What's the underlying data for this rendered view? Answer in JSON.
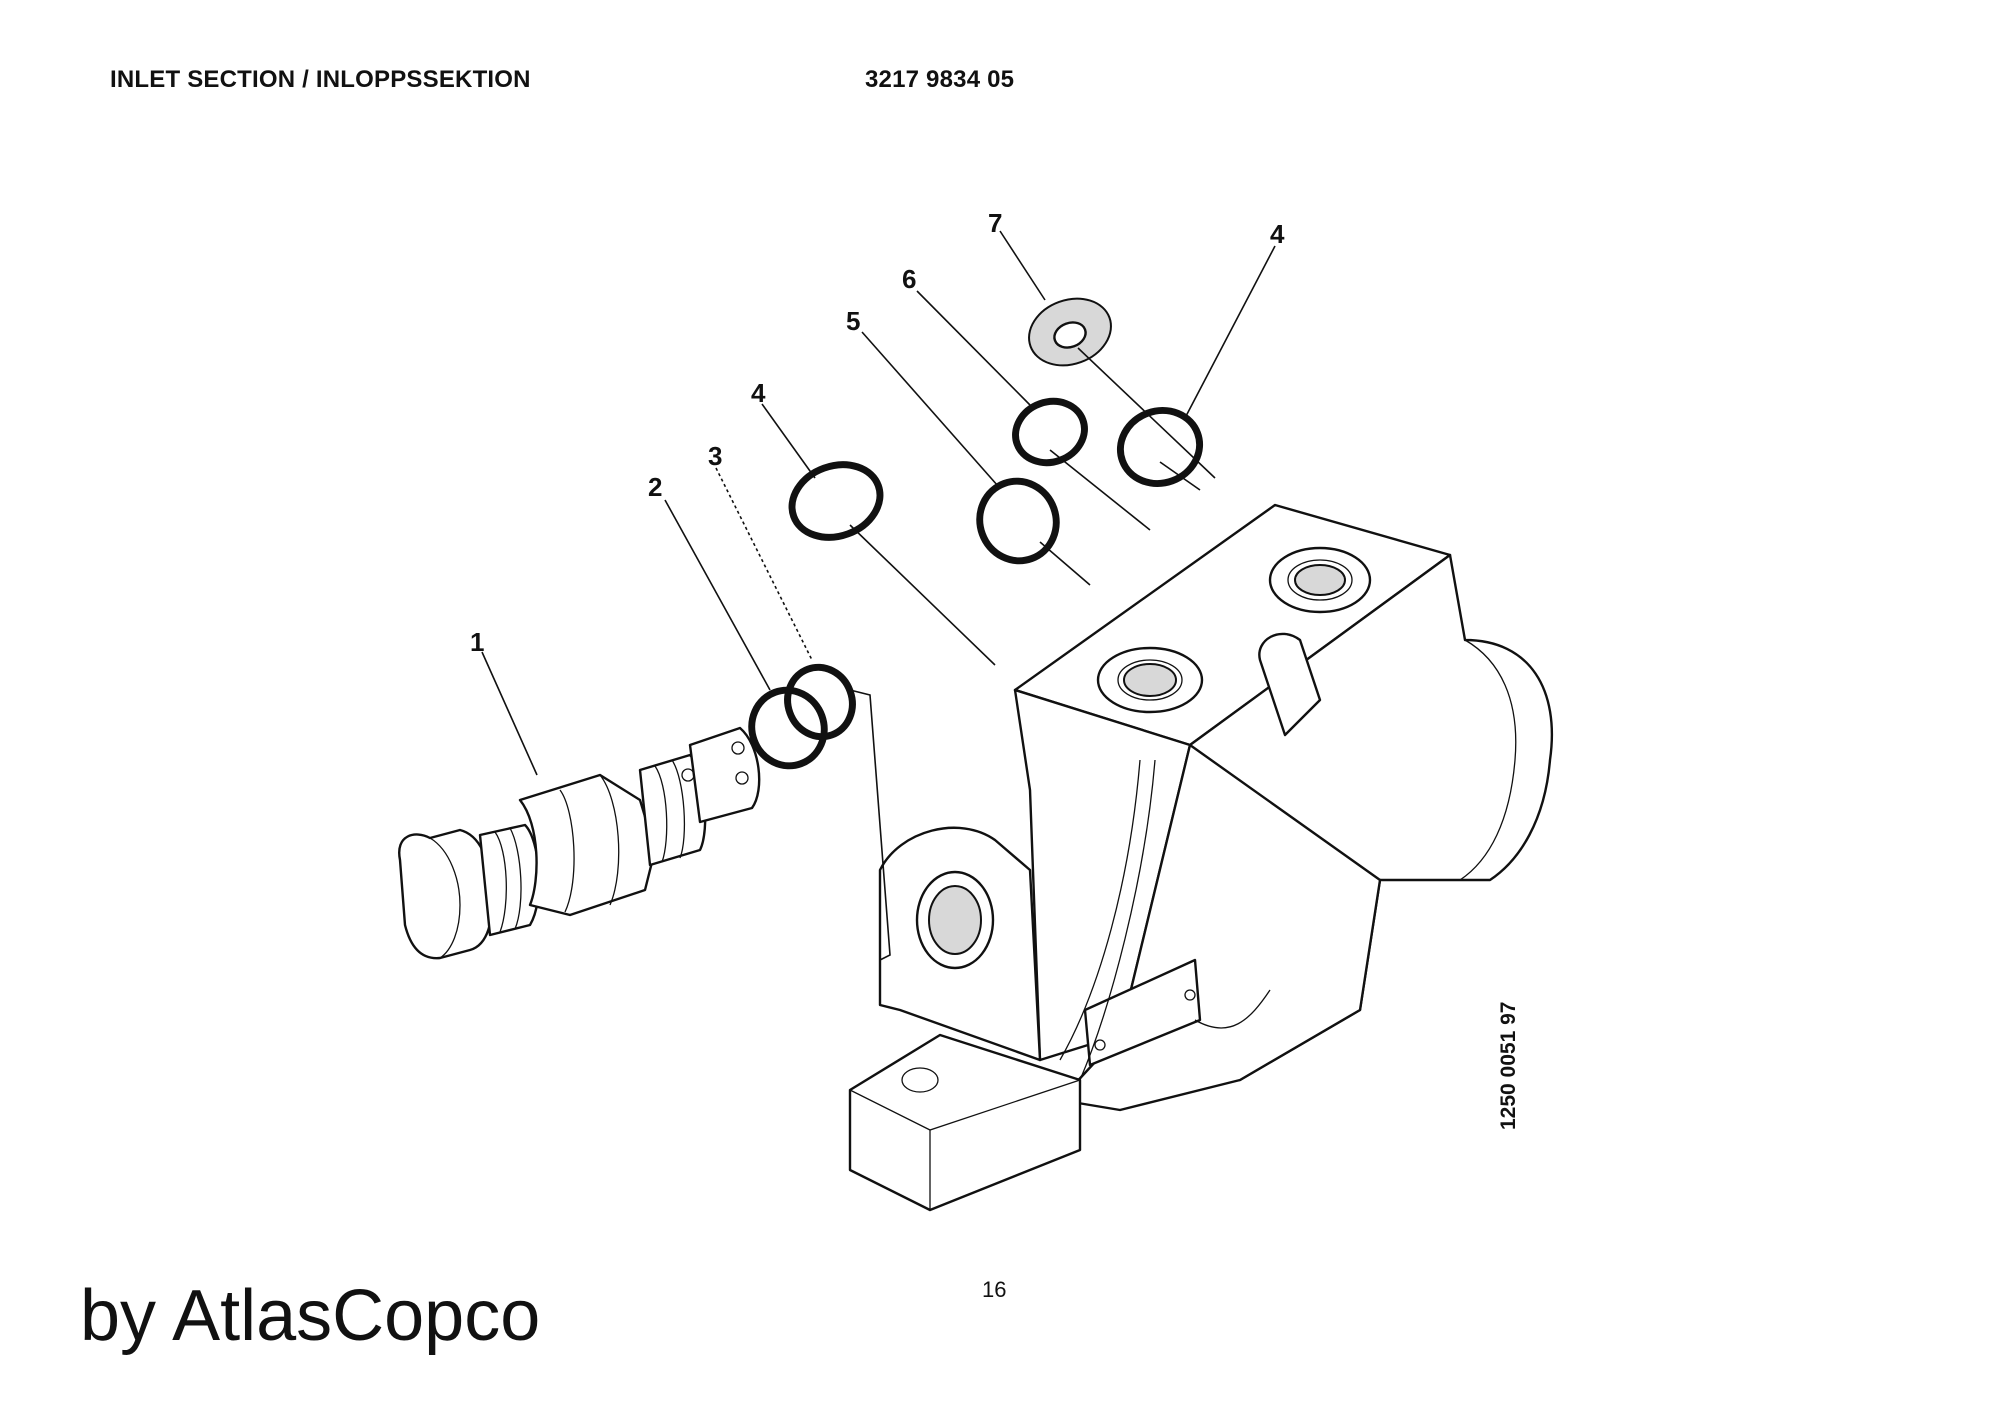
{
  "header": {
    "title": "INLET SECTION / INLOPPSSEKTION",
    "part_number": "3217 9834 05"
  },
  "callouts": [
    "1",
    "2",
    "3",
    "4",
    "4",
    "5",
    "6",
    "7"
  ],
  "drawing_number": "1250 0051 97",
  "page_number": "16",
  "footer": {
    "byline": "by AtlasCopco"
  }
}
